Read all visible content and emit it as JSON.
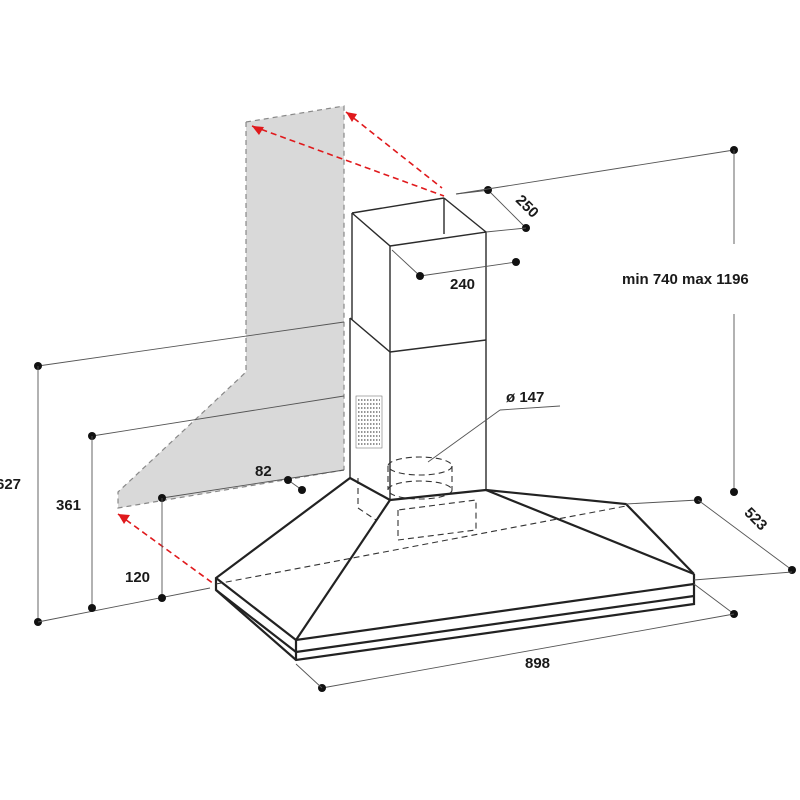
{
  "diagram": {
    "labels": {
      "chimney_depth": "250",
      "chimney_width": "240",
      "height_range": "min 740 max 1196",
      "duct_diameter": "ø 147",
      "duct_offset": "82",
      "total_height": "627",
      "body_height": "361",
      "base_height": "120",
      "hood_depth": "523",
      "hood_width": "898"
    },
    "colors": {
      "line": "#2b2b2b",
      "wall_fill": "#d9d9d9",
      "arrow": "#e0191c",
      "text": "#1a1a1a"
    }
  }
}
